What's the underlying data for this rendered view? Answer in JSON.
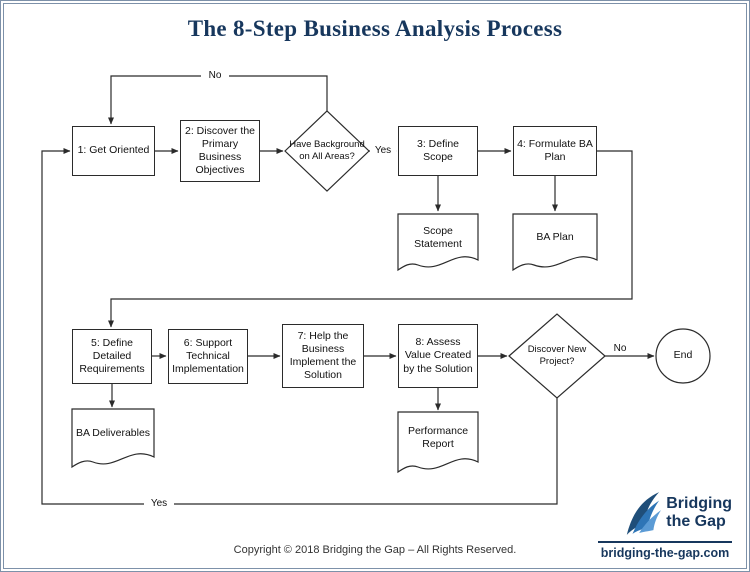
{
  "title": "The 8-Step Business Analysis Process",
  "nodes": {
    "step1": "1: Get Oriented",
    "step2": "2: Discover the Primary Business Objectives",
    "decision_background": "Have Background on All Areas?",
    "step3": "3: Define Scope",
    "step4": "4: Formulate BA Plan",
    "doc_scope_statement": "Scope Statement",
    "doc_ba_plan": "BA Plan",
    "step5": "5: Define Detailed Requirements",
    "step6": "6: Support Technical Implementation",
    "step7": "7: Help the Business Implement the Solution",
    "step8": "8: Assess Value Created by the Solution",
    "decision_new_project": "Discover New Project?",
    "end": "End",
    "doc_ba_deliverables": "BA Deliverables",
    "doc_performance_report": "Performance Report"
  },
  "edge_labels": {
    "no_background": "No",
    "yes_background": "Yes",
    "no_new_project": "No",
    "yes_new_project": "Yes"
  },
  "footer": {
    "copyright": "Copyright © 2018 Bridging the Gap – All Rights Reserved."
  },
  "logo": {
    "line1": "Bridging",
    "line2": "the Gap",
    "url": "bridging-the-gap.com"
  },
  "colors": {
    "title_navy": "#17375d",
    "line": "#2b2b2b",
    "logo_navy": "#17375d",
    "logo_blue_dark": "#1f4e79",
    "logo_blue": "#2e75b6",
    "logo_blue_light": "#5b9bd5",
    "page_border": "#7d91a9"
  }
}
